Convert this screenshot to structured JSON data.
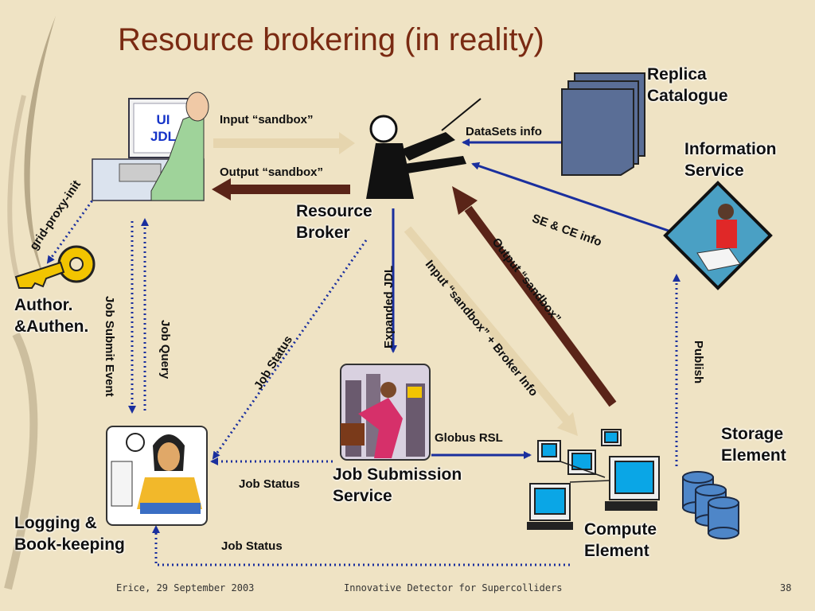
{
  "title": "Resource brokering (in reality)",
  "nodes": {
    "ui_screen": [
      "UI",
      "JDL"
    ],
    "replica_catalogue": "Replica\nCatalogue",
    "information_service": "Information\nService",
    "resource_broker": "Resource\nBroker",
    "author_authen": "Author.\n&Authen.",
    "logging_bookkeeping": "Logging &\nBook-keeping",
    "job_submission_service": "Job Submission\nService",
    "compute_element": "Compute\nElement",
    "storage_element": "Storage\nElement"
  },
  "edges": {
    "input_sandbox": "Input “sandbox”",
    "output_sandbox": "Output “sandbox”",
    "datasets_info": "DataSets info",
    "se_ce_info": "SE & CE info",
    "grid_proxy_init": "grid-proxy-init",
    "expanded_jdl": "Expanded JDL",
    "input_sandbox_broker": "Input “sandbox” + Broker Info",
    "output_sandbox_ce": "Output “sandbox”",
    "job_status_diag": "Job Status",
    "job_submit_event": "Job Submit Event",
    "job_query": "Job Query",
    "publish": "Publish",
    "globus_rsl": "Globus RSL",
    "job_status_jss": "Job Status",
    "job_status_bottom": "Job Status"
  },
  "footer": {
    "left": "Erice, 29 September 2003",
    "center": "Innovative Detector for Supercolliders",
    "page": "38"
  },
  "colors": {
    "background": "#efe3c4",
    "title": "#7a2a12",
    "blue_arrow": "#1a2f9e",
    "brown_arrow": "#5a2418",
    "tan_arrow": "#e6d5ae"
  }
}
